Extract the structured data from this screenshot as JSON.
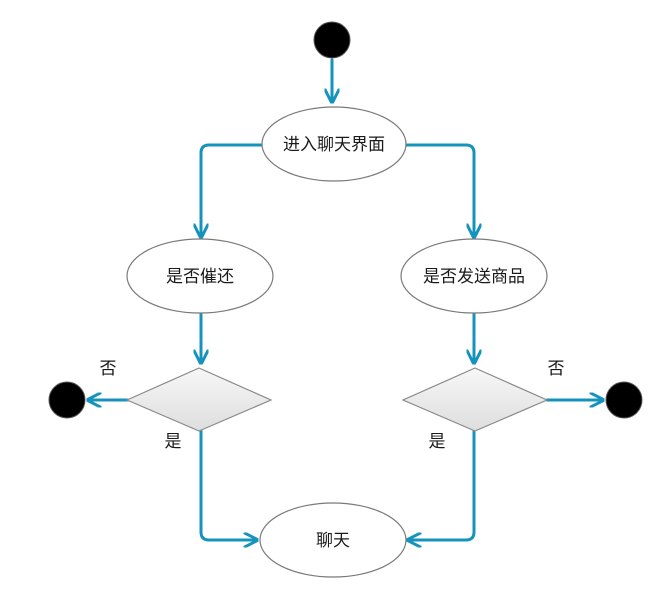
{
  "colors": {
    "connector": "#1593bd",
    "terminal_fill": "#000000",
    "node_stroke": "#7a7a7a",
    "diamond_fill_top": "#f7f7f7",
    "diamond_fill_bottom": "#dedede"
  },
  "nodes": {
    "enter_chat": "进入聊天界面",
    "remind_return": "是否催还",
    "send_product": "是否发送商品",
    "chat": "聊天"
  },
  "edge_labels": {
    "left_no": "否",
    "left_yes": "是",
    "right_no": "否",
    "right_yes": "是"
  }
}
